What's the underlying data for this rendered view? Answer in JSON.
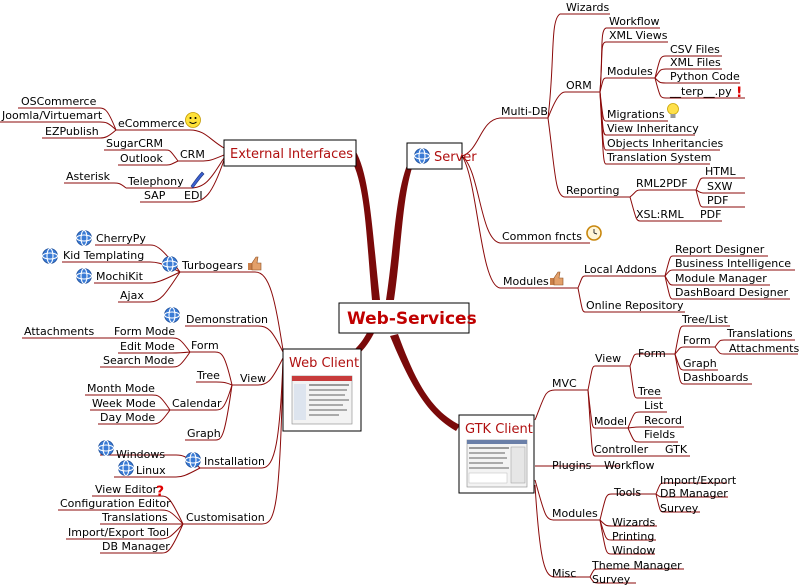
{
  "root": {
    "label": "Web-Services"
  },
  "server": {
    "label": "Server",
    "wizards": "Wizards",
    "multi_db": "Multi-DB",
    "orm": "ORM",
    "workflow": "Workflow",
    "xml_views": "XML Views",
    "modules": "Modules",
    "csv_files": "CSV Files",
    "xml_files": "XML Files",
    "python_code": "Python Code",
    "terp_py": "__terp__.py",
    "migrations": "Migrations",
    "view_inheritancy": "View Inheritancy",
    "objects_inheritancies": "Objects Inheritancies",
    "translation_system": "Translation System",
    "reporting": "Reporting",
    "rml2pdf": "RML2PDF",
    "html": "HTML",
    "sxw": "SXW",
    "pdf1": "PDF",
    "xslrml": "XSL:RML",
    "pdf2": "PDF",
    "common_fncts": "Common fncts",
    "modules2": "Modules",
    "local_addons": "Local Addons",
    "report_designer": "Report Designer",
    "business_intelligence": "Business Intelligence",
    "module_manager": "Module Manager",
    "dashboard_designer": "DashBoard Designer",
    "online_repository": "Online Repository"
  },
  "external": {
    "label": "External Interfaces",
    "ecommerce": "eCommerce",
    "oscommerce": "OSCommerce",
    "joomla": "Joomla/Virtuemart",
    "ezpublish": "EZPublish",
    "crm": "CRM",
    "sugarcrm": "SugarCRM",
    "outlook": "Outlook",
    "telephony": "Telephony",
    "asterisk": "Asterisk",
    "edi": "EDI",
    "sap": "SAP"
  },
  "web": {
    "label": "Web Client",
    "turbogears": "Turbogears",
    "cherrypy": "CherryPy",
    "kid": "Kid Templating",
    "mochikit": "MochiKit",
    "ajax": "Ajax",
    "demonstration": "Demonstration",
    "view": "View",
    "form": "Form",
    "form_mode": "Form Mode",
    "attachments": "Attachments",
    "edit_mode": "Edit Mode",
    "search_mode": "Search Mode",
    "tree": "Tree",
    "calendar": "Calendar",
    "month_mode": "Month Mode",
    "week_mode": "Week Mode",
    "day_mode": "Day Mode",
    "graph": "Graph",
    "installation": "Installation",
    "windows": "Windows",
    "linux": "Linux",
    "customisation": "Customisation",
    "view_editor": "View Editor",
    "configuration_editor": "Configuration Editor",
    "translations": "Translations",
    "import_export_tool": "Import/Export Tool",
    "db_manager": "DB Manager"
  },
  "gtk": {
    "label": "GTK Client",
    "mvc": "MVC",
    "view": "View",
    "form": "Form",
    "tree_list": "Tree/List",
    "form2": "Form",
    "translations": "Translations",
    "attachments": "Attachments",
    "graph": "Graph",
    "dashboards": "Dashboards",
    "tree": "Tree",
    "model": "Model",
    "list": "List",
    "record": "Record",
    "fields": "Fields",
    "controller": "Controller",
    "gtk": "GTK",
    "plugins": "Plugins",
    "workflow": "Workflow",
    "modules": "Modules",
    "tools": "Tools",
    "import_export": "Import/Export",
    "db_manager": "DB Manager",
    "survey": "Survey",
    "wizards": "Wizards",
    "printing": "Printing",
    "window": "Window",
    "misc": "Misc",
    "theme_manager": "Theme Manager",
    "survey2": "Survey"
  },
  "colors": {
    "branch": "#8b0a0a",
    "trunk": "#7a0a0a",
    "title": "#c00000",
    "label": "#b01010"
  },
  "icons": [
    "globe-icon",
    "smiley-icon",
    "phone-icon",
    "thumbs-up-icon",
    "alarm-clock-icon",
    "lightbulb-icon",
    "exclamation-icon",
    "question-icon",
    "screenshot-thumbnail"
  ]
}
